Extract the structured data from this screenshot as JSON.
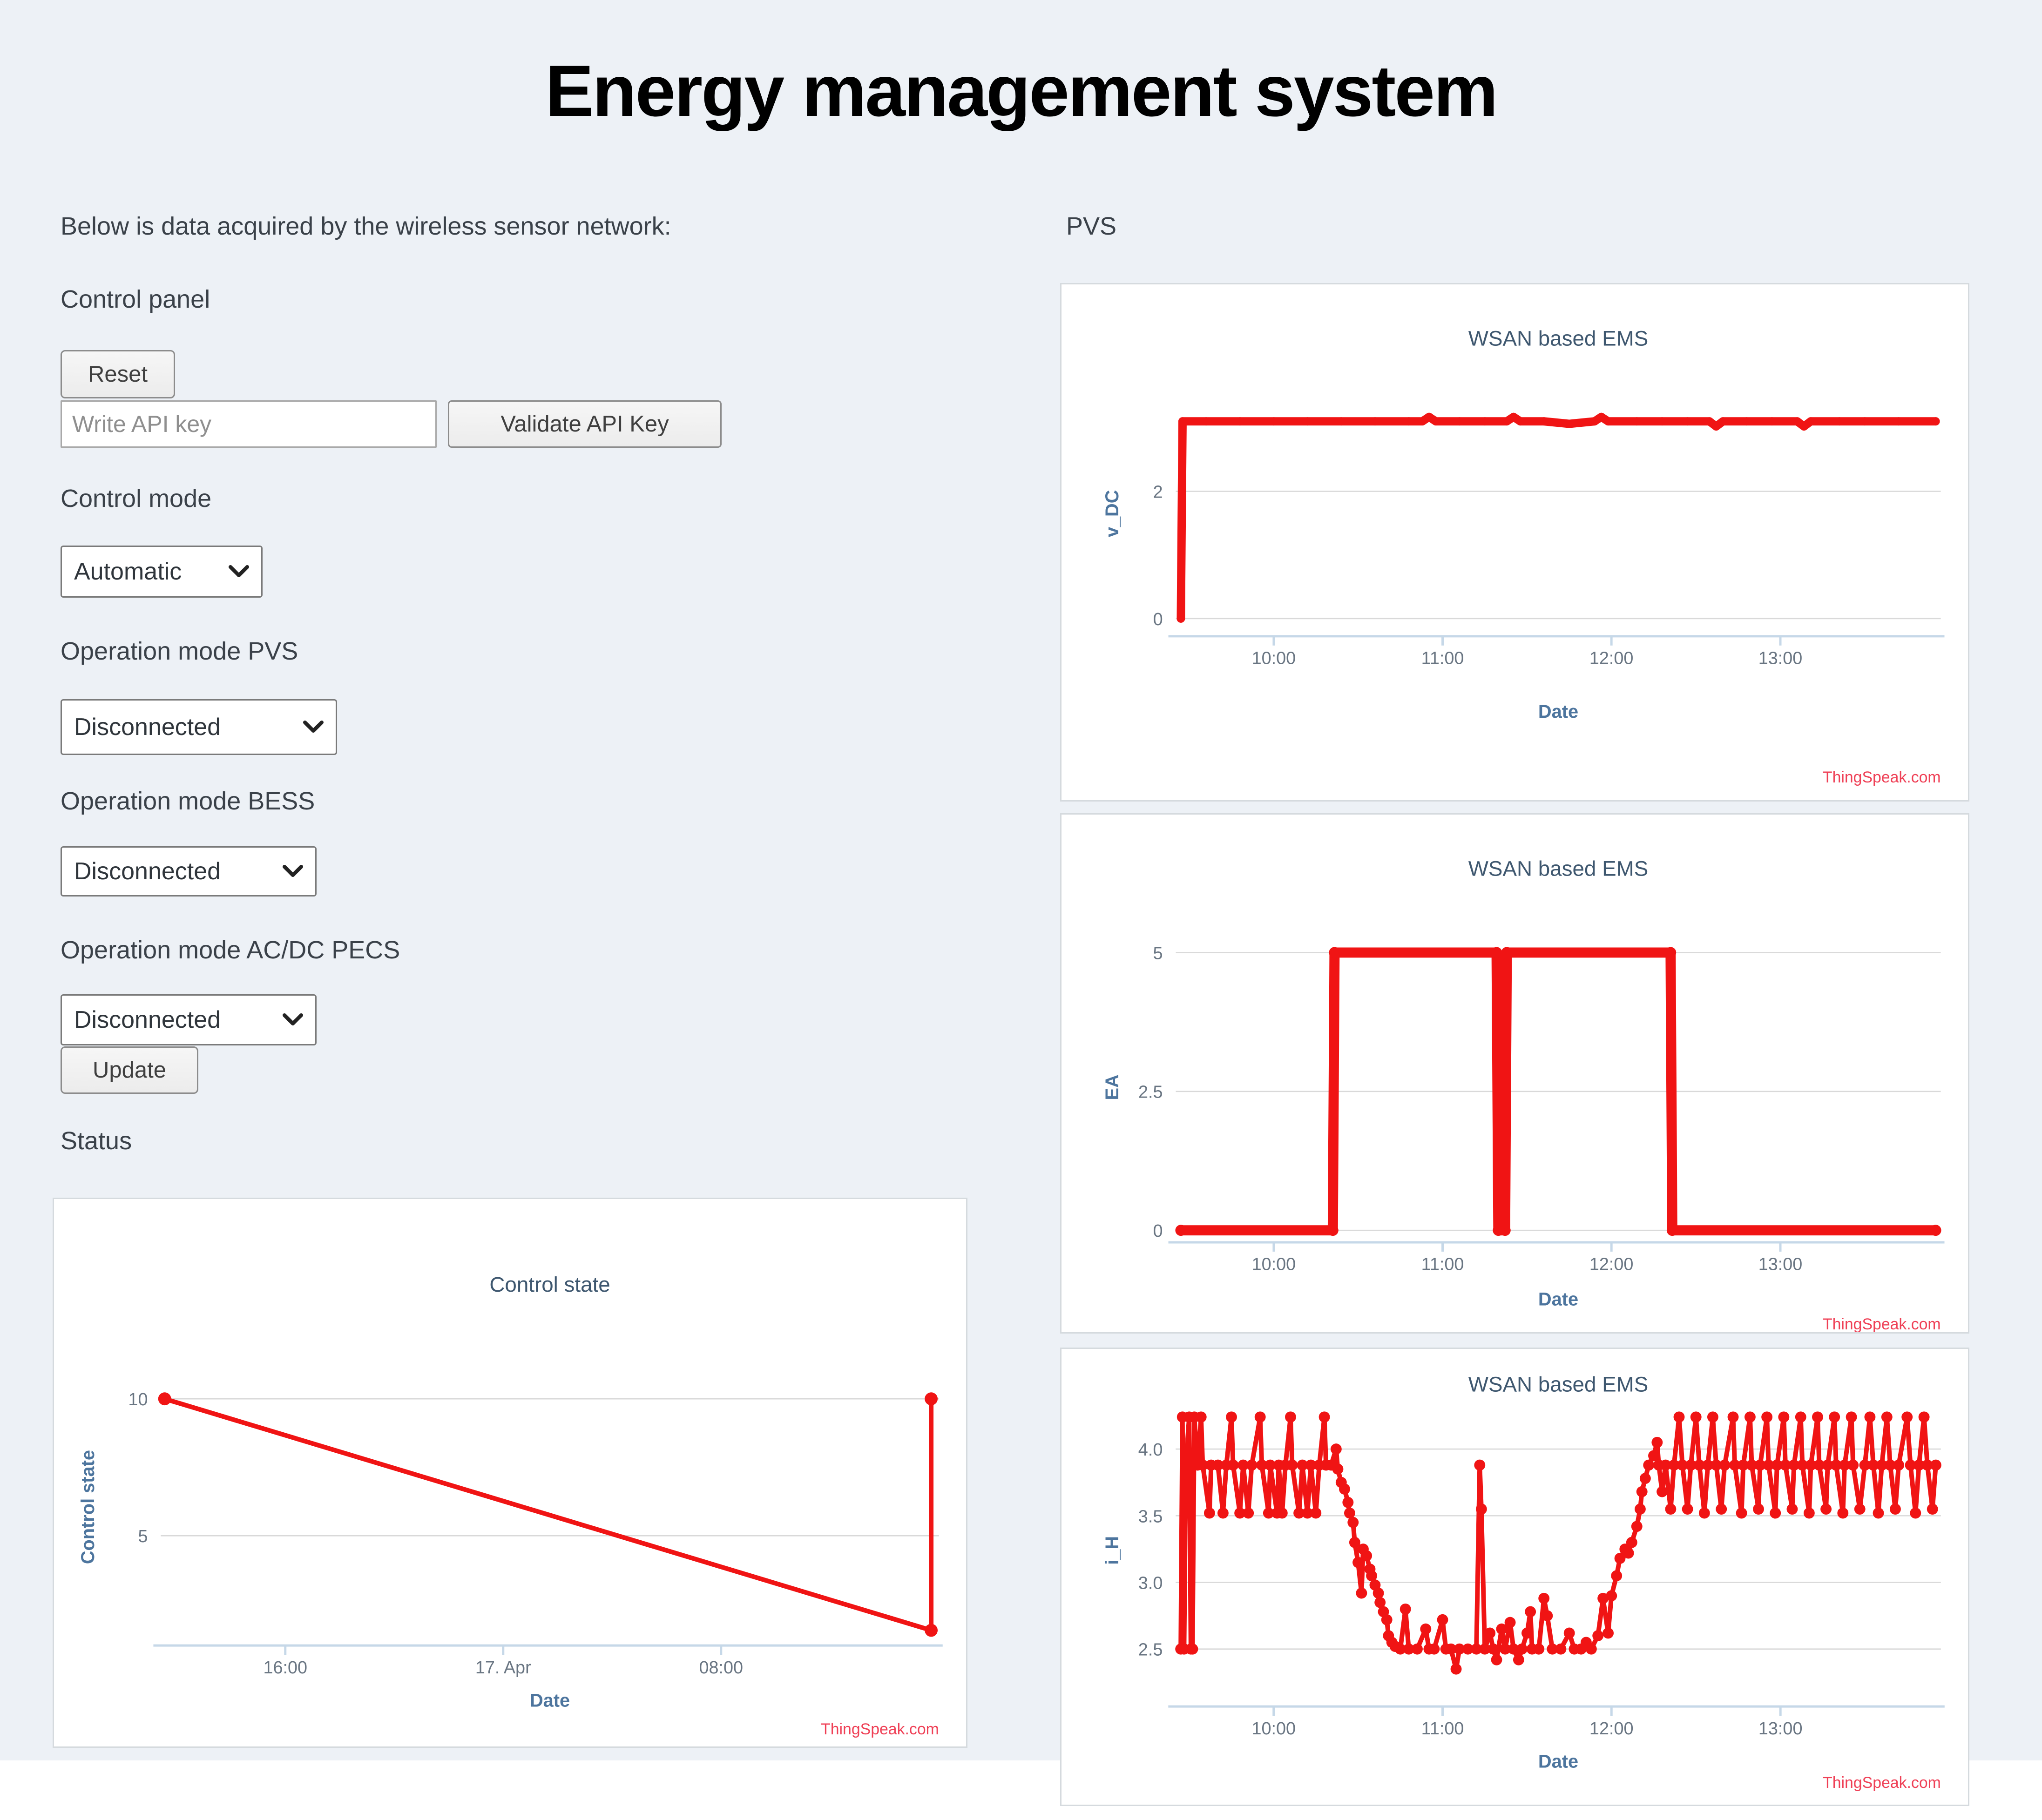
{
  "page": {
    "title": "Energy management system"
  },
  "left": {
    "intro": "Below is data acquired by the wireless sensor network:",
    "control_panel_label": "Control panel",
    "reset_button": "Reset",
    "api_key_placeholder": "Write API key",
    "validate_button": "Validate API Key",
    "control_mode_label": "Control mode",
    "control_mode_value": "Automatic",
    "op_pvs_label": "Operation mode PVS",
    "op_pvs_value": "Disconnected",
    "op_bess_label": "Operation mode BESS",
    "op_bess_value": "Disconnected",
    "op_pecs_label": "Operation mode AC/DC PECS",
    "op_pecs_value": "Disconnected",
    "update_button": "Update",
    "status_label": "Status"
  },
  "right": {
    "pvs_label": "PVS"
  },
  "colors": {
    "series_red": "#f01414",
    "chart_title": "#3e576f",
    "axis_label": "#4d759e",
    "tick_label": "#697582",
    "credits_red": "#ef4056",
    "page_background": "#edf1f6",
    "box_border": "#d5dade"
  },
  "chart_data": [
    {
      "id": "control_state",
      "type": "line",
      "title": "Control state",
      "xlabel": "Date",
      "ylabel": "Control state",
      "credits": "ThingSpeak.com",
      "legend": "none",
      "grid": "on",
      "color": "#f01414",
      "stroke_width": 5,
      "marker_radius": 7,
      "xlim": [
        0,
        1
      ],
      "ylim": [
        1.4,
        10.7
      ],
      "xticks": [
        {
          "v": 0.16,
          "label": "16:00"
        },
        {
          "v": 0.44,
          "label": "17. Apr"
        },
        {
          "v": 0.72,
          "label": "08:00"
        }
      ],
      "yticks": [
        {
          "v": 5,
          "label": "5"
        },
        {
          "v": 10,
          "label": "10"
        }
      ],
      "points": [
        [
          0.005,
          10
        ],
        [
          0.99,
          1.55
        ],
        [
          0.99,
          10
        ]
      ]
    },
    {
      "id": "pvs_vdc",
      "type": "line",
      "title": "WSAN based EMS",
      "xlabel": "Date",
      "ylabel": "v_DC",
      "credits": "ThingSpeak.com",
      "legend": "none",
      "grid": "on",
      "color": "#f01414",
      "stroke_width": 9,
      "marker_radius": 4.5,
      "xlim": [
        9.42,
        13.95
      ],
      "ylim": [
        -0.06,
        3.36
      ],
      "xticks": [
        {
          "v": 10,
          "label": "10:00"
        },
        {
          "v": 11,
          "label": "11:00"
        },
        {
          "v": 12,
          "label": "12:00"
        },
        {
          "v": 13,
          "label": "13:00"
        }
      ],
      "yticks": [
        {
          "v": 0,
          "label": "0"
        },
        {
          "v": 2,
          "label": "2"
        }
      ],
      "points": [
        [
          9.45,
          0
        ],
        [
          9.46,
          3.1
        ],
        [
          9.6,
          3.1
        ],
        [
          9.8,
          3.1
        ],
        [
          10.0,
          3.1
        ],
        [
          10.2,
          3.1
        ],
        [
          10.4,
          3.1
        ],
        [
          10.6,
          3.1
        ],
        [
          10.8,
          3.1
        ],
        [
          10.88,
          3.1
        ],
        [
          10.92,
          3.17
        ],
        [
          10.96,
          3.1
        ],
        [
          11.1,
          3.1
        ],
        [
          11.25,
          3.1
        ],
        [
          11.38,
          3.1
        ],
        [
          11.42,
          3.17
        ],
        [
          11.46,
          3.1
        ],
        [
          11.6,
          3.1
        ],
        [
          11.75,
          3.06
        ],
        [
          11.9,
          3.1
        ],
        [
          11.94,
          3.17
        ],
        [
          11.98,
          3.1
        ],
        [
          12.15,
          3.1
        ],
        [
          12.3,
          3.1
        ],
        [
          12.45,
          3.1
        ],
        [
          12.58,
          3.1
        ],
        [
          12.62,
          3.02
        ],
        [
          12.66,
          3.1
        ],
        [
          12.8,
          3.1
        ],
        [
          12.95,
          3.1
        ],
        [
          13.1,
          3.1
        ],
        [
          13.14,
          3.02
        ],
        [
          13.18,
          3.1
        ],
        [
          13.35,
          3.1
        ],
        [
          13.5,
          3.1
        ],
        [
          13.7,
          3.1
        ],
        [
          13.92,
          3.1
        ]
      ]
    },
    {
      "id": "pvs_ea",
      "type": "line",
      "title": "WSAN based EMS",
      "xlabel": "Date",
      "ylabel": "EA",
      "credits": "ThingSpeak.com",
      "legend": "none",
      "grid": "on",
      "color": "#f01414",
      "stroke_width": 11,
      "marker_radius": 6,
      "xlim": [
        9.42,
        13.95
      ],
      "ylim": [
        0,
        5.15
      ],
      "xticks": [
        {
          "v": 10,
          "label": "10:00"
        },
        {
          "v": 11,
          "label": "11:00"
        },
        {
          "v": 12,
          "label": "12:00"
        },
        {
          "v": 13,
          "label": "13:00"
        }
      ],
      "yticks": [
        {
          "v": 0,
          "label": "0"
        },
        {
          "v": 2.5,
          "label": "2.5"
        },
        {
          "v": 5,
          "label": "5"
        }
      ],
      "points": [
        [
          9.45,
          0
        ],
        [
          10.35,
          0
        ],
        [
          10.36,
          5
        ],
        [
          11.32,
          5
        ],
        [
          11.33,
          0
        ],
        [
          11.37,
          0
        ],
        [
          11.38,
          5
        ],
        [
          12.35,
          5
        ],
        [
          12.36,
          0
        ],
        [
          13.92,
          0
        ]
      ]
    },
    {
      "id": "pvs_ih",
      "type": "line",
      "title": "WSAN based EMS",
      "xlabel": "Date",
      "ylabel": "i_H",
      "credits": "ThingSpeak.com",
      "legend": "none",
      "grid": "on",
      "color": "#f01414",
      "stroke_width": 5,
      "marker_radius": 6,
      "xlim": [
        9.42,
        13.95
      ],
      "ylim": [
        2.16,
        4.32
      ],
      "xticks": [
        {
          "v": 10,
          "label": "10:00"
        },
        {
          "v": 11,
          "label": "11:00"
        },
        {
          "v": 12,
          "label": "12:00"
        },
        {
          "v": 13,
          "label": "13:00"
        }
      ],
      "yticks": [
        {
          "v": 2.5,
          "label": "2.5"
        },
        {
          "v": 3.0,
          "label": "3.0"
        },
        {
          "v": 3.5,
          "label": "3.5"
        },
        {
          "v": 4.0,
          "label": "4.0"
        }
      ],
      "points": [
        [
          9.45,
          2.5
        ],
        [
          9.46,
          4.24
        ],
        [
          9.47,
          2.5
        ],
        [
          9.48,
          3.88
        ],
        [
          9.5,
          4.24
        ],
        [
          9.51,
          2.5
        ],
        [
          9.52,
          2.5
        ],
        [
          9.53,
          4.24
        ],
        [
          9.55,
          3.88
        ],
        [
          9.57,
          4.24
        ],
        [
          9.58,
          3.88
        ],
        [
          9.62,
          3.52
        ],
        [
          9.63,
          3.88
        ],
        [
          9.67,
          3.88
        ],
        [
          9.7,
          3.52
        ],
        [
          9.72,
          3.88
        ],
        [
          9.75,
          4.24
        ],
        [
          9.76,
          3.88
        ],
        [
          9.8,
          3.52
        ],
        [
          9.82,
          3.88
        ],
        [
          9.85,
          3.52
        ],
        [
          9.87,
          3.88
        ],
        [
          9.92,
          4.24
        ],
        [
          9.93,
          3.88
        ],
        [
          9.97,
          3.52
        ],
        [
          9.98,
          3.88
        ],
        [
          10.02,
          3.52
        ],
        [
          10.03,
          3.88
        ],
        [
          10.05,
          3.52
        ],
        [
          10.07,
          3.88
        ],
        [
          10.1,
          4.24
        ],
        [
          10.11,
          3.88
        ],
        [
          10.15,
          3.52
        ],
        [
          10.17,
          3.88
        ],
        [
          10.2,
          3.52
        ],
        [
          10.22,
          3.88
        ],
        [
          10.25,
          3.52
        ],
        [
          10.27,
          3.88
        ],
        [
          10.3,
          4.24
        ],
        [
          10.31,
          3.88
        ],
        [
          10.34,
          3.88
        ],
        [
          10.37,
          4.0
        ],
        [
          10.38,
          3.85
        ],
        [
          10.4,
          3.75
        ],
        [
          10.42,
          3.7
        ],
        [
          10.44,
          3.6
        ],
        [
          10.45,
          3.52
        ],
        [
          10.47,
          3.45
        ],
        [
          10.48,
          3.3
        ],
        [
          10.5,
          3.15
        ],
        [
          10.52,
          2.92
        ],
        [
          10.53,
          3.25
        ],
        [
          10.55,
          3.2
        ],
        [
          10.57,
          3.1
        ],
        [
          10.58,
          3.05
        ],
        [
          10.6,
          2.98
        ],
        [
          10.62,
          2.92
        ],
        [
          10.63,
          2.85
        ],
        [
          10.65,
          2.78
        ],
        [
          10.67,
          2.72
        ],
        [
          10.68,
          2.6
        ],
        [
          10.7,
          2.55
        ],
        [
          10.72,
          2.52
        ],
        [
          10.75,
          2.5
        ],
        [
          10.78,
          2.8
        ],
        [
          10.8,
          2.5
        ],
        [
          10.85,
          2.5
        ],
        [
          10.9,
          2.65
        ],
        [
          10.92,
          2.5
        ],
        [
          10.95,
          2.5
        ],
        [
          11.0,
          2.72
        ],
        [
          11.02,
          2.5
        ],
        [
          11.05,
          2.5
        ],
        [
          11.08,
          2.35
        ],
        [
          11.1,
          2.5
        ],
        [
          11.15,
          2.5
        ],
        [
          11.2,
          2.5
        ],
        [
          11.22,
          3.88
        ],
        [
          11.23,
          3.55
        ],
        [
          11.25,
          2.5
        ],
        [
          11.28,
          2.62
        ],
        [
          11.3,
          2.5
        ],
        [
          11.32,
          2.42
        ],
        [
          11.35,
          2.65
        ],
        [
          11.37,
          2.5
        ],
        [
          11.4,
          2.7
        ],
        [
          11.42,
          2.5
        ],
        [
          11.45,
          2.42
        ],
        [
          11.47,
          2.5
        ],
        [
          11.5,
          2.62
        ],
        [
          11.52,
          2.78
        ],
        [
          11.53,
          2.5
        ],
        [
          11.57,
          2.5
        ],
        [
          11.6,
          2.88
        ],
        [
          11.62,
          2.75
        ],
        [
          11.65,
          2.5
        ],
        [
          11.7,
          2.5
        ],
        [
          11.75,
          2.62
        ],
        [
          11.78,
          2.5
        ],
        [
          11.82,
          2.5
        ],
        [
          11.85,
          2.55
        ],
        [
          11.88,
          2.5
        ],
        [
          11.92,
          2.6
        ],
        [
          11.95,
          2.88
        ],
        [
          11.98,
          2.62
        ],
        [
          12.0,
          2.9
        ],
        [
          12.03,
          3.05
        ],
        [
          12.05,
          3.18
        ],
        [
          12.08,
          3.25
        ],
        [
          12.1,
          3.22
        ],
        [
          12.12,
          3.3
        ],
        [
          12.15,
          3.42
        ],
        [
          12.17,
          3.55
        ],
        [
          12.18,
          3.68
        ],
        [
          12.2,
          3.78
        ],
        [
          12.22,
          3.88
        ],
        [
          12.25,
          3.95
        ],
        [
          12.27,
          4.05
        ],
        [
          12.28,
          3.88
        ],
        [
          12.3,
          3.68
        ],
        [
          12.32,
          3.88
        ],
        [
          12.35,
          3.55
        ],
        [
          12.37,
          3.88
        ],
        [
          12.4,
          4.24
        ],
        [
          12.42,
          3.88
        ],
        [
          12.45,
          3.55
        ],
        [
          12.47,
          3.88
        ],
        [
          12.5,
          4.24
        ],
        [
          12.52,
          3.88
        ],
        [
          12.55,
          3.52
        ],
        [
          12.57,
          3.88
        ],
        [
          12.6,
          4.24
        ],
        [
          12.62,
          3.88
        ],
        [
          12.65,
          3.55
        ],
        [
          12.67,
          3.88
        ],
        [
          12.72,
          4.24
        ],
        [
          12.73,
          3.88
        ],
        [
          12.77,
          3.52
        ],
        [
          12.78,
          3.88
        ],
        [
          12.82,
          4.24
        ],
        [
          12.83,
          3.88
        ],
        [
          12.87,
          3.55
        ],
        [
          12.88,
          3.88
        ],
        [
          12.92,
          4.24
        ],
        [
          12.93,
          3.88
        ],
        [
          12.97,
          3.52
        ],
        [
          12.98,
          3.88
        ],
        [
          13.02,
          4.24
        ],
        [
          13.03,
          3.88
        ],
        [
          13.07,
          3.55
        ],
        [
          13.08,
          3.88
        ],
        [
          13.12,
          4.24
        ],
        [
          13.13,
          3.88
        ],
        [
          13.17,
          3.52
        ],
        [
          13.18,
          3.88
        ],
        [
          13.22,
          4.24
        ],
        [
          13.23,
          3.88
        ],
        [
          13.27,
          3.55
        ],
        [
          13.28,
          3.88
        ],
        [
          13.32,
          4.24
        ],
        [
          13.33,
          3.88
        ],
        [
          13.37,
          3.52
        ],
        [
          13.38,
          3.88
        ],
        [
          13.42,
          4.24
        ],
        [
          13.43,
          3.88
        ],
        [
          13.47,
          3.55
        ],
        [
          13.5,
          3.88
        ],
        [
          13.53,
          4.24
        ],
        [
          13.55,
          3.88
        ],
        [
          13.58,
          3.52
        ],
        [
          13.6,
          3.88
        ],
        [
          13.63,
          4.24
        ],
        [
          13.65,
          3.88
        ],
        [
          13.68,
          3.55
        ],
        [
          13.7,
          3.88
        ],
        [
          13.75,
          4.24
        ],
        [
          13.77,
          3.88
        ],
        [
          13.8,
          3.52
        ],
        [
          13.82,
          3.88
        ],
        [
          13.85,
          4.24
        ],
        [
          13.87,
          3.88
        ],
        [
          13.9,
          3.55
        ],
        [
          13.92,
          3.88
        ]
      ]
    }
  ]
}
